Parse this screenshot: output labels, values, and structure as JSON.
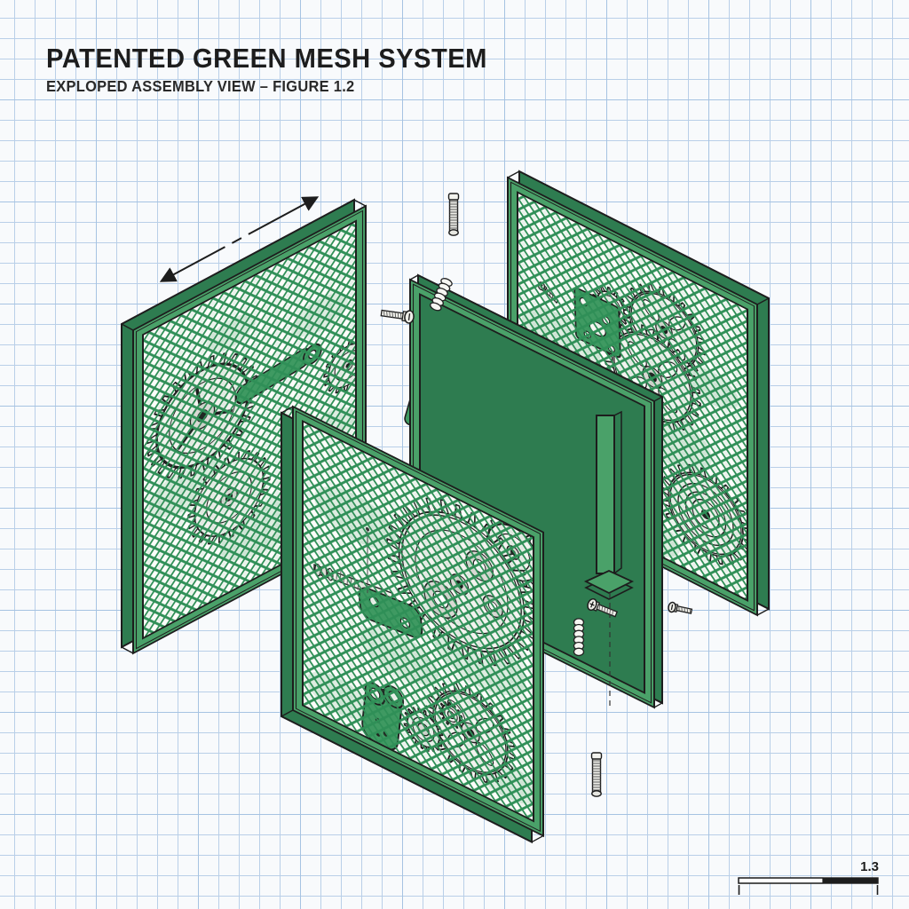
{
  "header": {
    "title": "PATENTED GREEN MESH SYSTEM",
    "subtitle": "EXPLOPED ASSEMBLY VIEW – FIGURE 1.2"
  },
  "scale_bar": {
    "label": "1.3"
  },
  "colors": {
    "paper": "#f8fafc",
    "grid": "#b9cfe8",
    "grid_strong": "#a6c3e2",
    "ink": "#1d1d1d",
    "mesh_green": "#2f8f57",
    "frame_green": "#4aa169",
    "frame_green_dark": "#2e7c50",
    "part_green": "#3f9a62",
    "gear_fill": "#f3f3ef",
    "gear_shade": "#d9d9d4",
    "panel_white": "#fdfdfa",
    "metal_fill": "#efefe9"
  },
  "figure": {
    "parts": [
      "rear-left-mesh-panel",
      "rear-right-mesh-panel",
      "front-mesh-panel",
      "inner-frame",
      "gear-train",
      "mounting-post",
      "stud-screws",
      "machine-screws",
      "compression-springs",
      "direction-arrow",
      "scale-bar"
    ]
  }
}
